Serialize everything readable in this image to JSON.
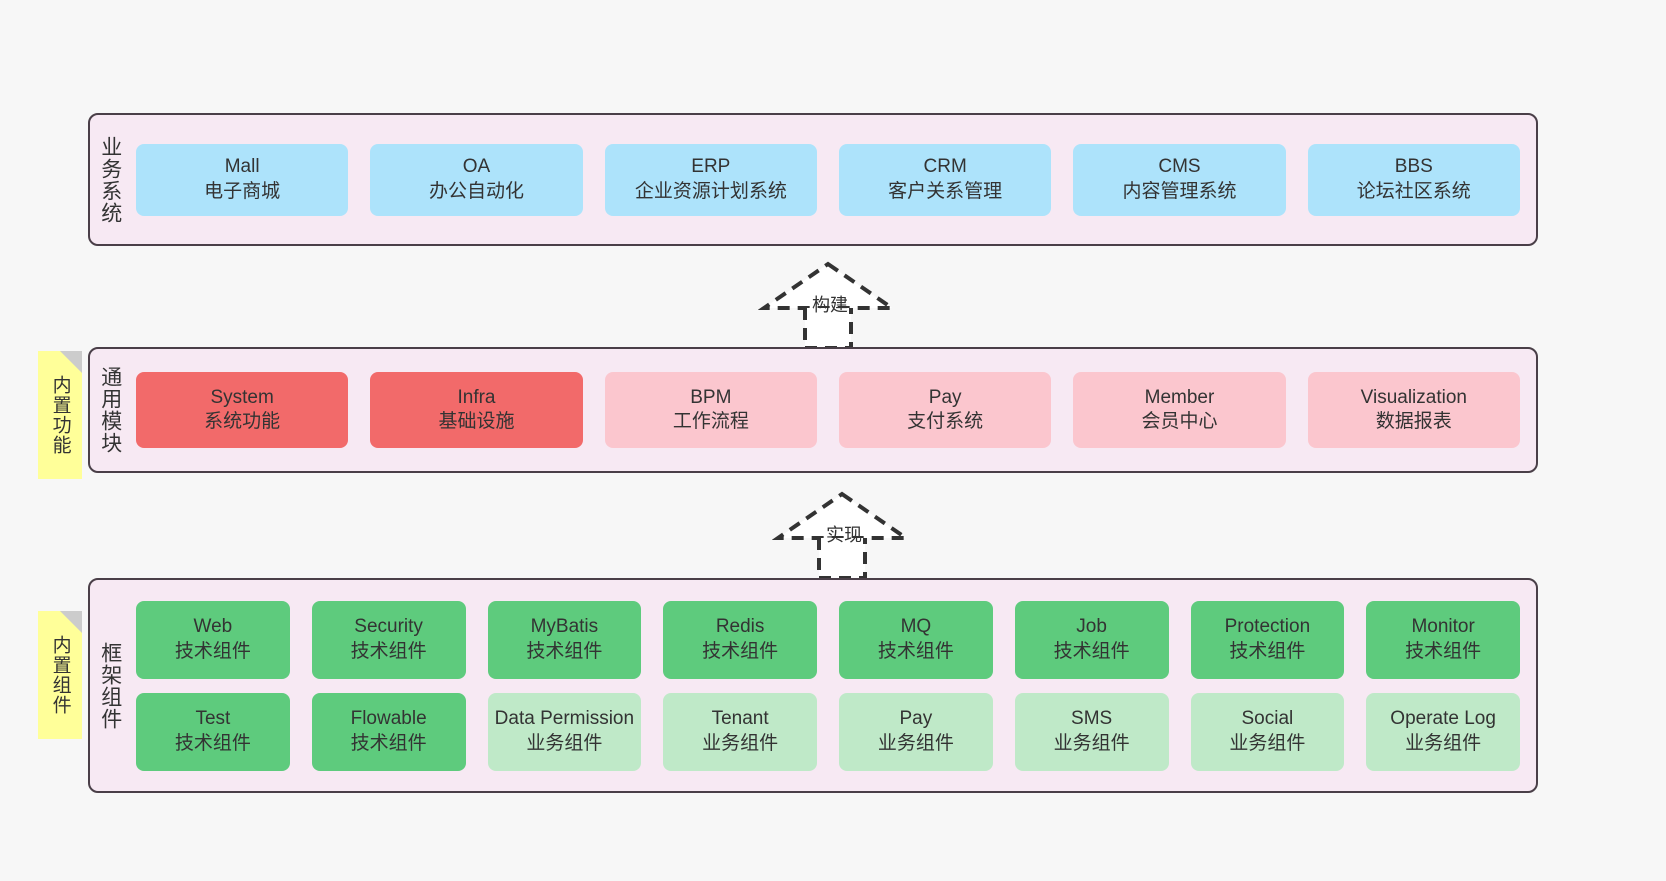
{
  "page": {
    "background": "#f7f7f7",
    "panel_fill": "#f7e9f3",
    "panel_border": "#4a3f48",
    "note_fill": "#ffff99",
    "note_fold": "#cccccc"
  },
  "notes": [
    {
      "name": "builtin-function-note",
      "label": "内置功能"
    },
    {
      "name": "builtin-component-note",
      "label": "内置组件"
    }
  ],
  "connectors": [
    {
      "name": "build-connector",
      "label": "构建",
      "style": "dashed-generalization"
    },
    {
      "name": "implement-connector",
      "label": "实现",
      "style": "dashed-generalization"
    }
  ],
  "layers": [
    {
      "id": "business",
      "title": "业务系统",
      "color": "#ade3fb",
      "rows": [
        [
          {
            "en": "Mall",
            "cn": "电子商城",
            "color": "#ade3fb"
          },
          {
            "en": "OA",
            "cn": "办公自动化",
            "color": "#ade3fb"
          },
          {
            "en": "ERP",
            "cn": "企业资源计划系统",
            "color": "#ade3fb"
          },
          {
            "en": "CRM",
            "cn": "客户关系管理",
            "color": "#ade3fb"
          },
          {
            "en": "CMS",
            "cn": "内容管理系统",
            "color": "#ade3fb"
          },
          {
            "en": "BBS",
            "cn": "论坛社区系统",
            "color": "#ade3fb"
          }
        ]
      ]
    },
    {
      "id": "modules",
      "title": "通用模块",
      "rows": [
        [
          {
            "en": "System",
            "cn": "系统功能",
            "color": "#f26a6a"
          },
          {
            "en": "Infra",
            "cn": "基础设施",
            "color": "#f26a6a"
          },
          {
            "en": "BPM",
            "cn": "工作流程",
            "color": "#fbc6ce"
          },
          {
            "en": "Pay",
            "cn": "支付系统",
            "color": "#fbc6ce"
          },
          {
            "en": "Member",
            "cn": "会员中心",
            "color": "#fbc6ce"
          },
          {
            "en": "Visualization",
            "cn": "数据报表",
            "color": "#fbc6ce"
          }
        ]
      ]
    },
    {
      "id": "framework",
      "title": "框架组件",
      "rows": [
        [
          {
            "en": "Web",
            "cn": "技术组件",
            "color": "#5ecb7d"
          },
          {
            "en": "Security",
            "cn": "技术组件",
            "color": "#5ecb7d"
          },
          {
            "en": "MyBatis",
            "cn": "技术组件",
            "color": "#5ecb7d"
          },
          {
            "en": "Redis",
            "cn": "技术组件",
            "color": "#5ecb7d"
          },
          {
            "en": "MQ",
            "cn": "技术组件",
            "color": "#5ecb7d"
          },
          {
            "en": "Job",
            "cn": "技术组件",
            "color": "#5ecb7d"
          },
          {
            "en": "Protection",
            "cn": "技术组件",
            "color": "#5ecb7d"
          },
          {
            "en": "Monitor",
            "cn": "技术组件",
            "color": "#5ecb7d"
          }
        ],
        [
          {
            "en": "Test",
            "cn": "技术组件",
            "color": "#5ecb7d"
          },
          {
            "en": "Flowable",
            "cn": "技术组件",
            "color": "#5ecb7d"
          },
          {
            "en": "Data Permission",
            "cn": "业务组件",
            "color": "#bfe9c8",
            "wrap": true
          },
          {
            "en": "Tenant",
            "cn": "业务组件",
            "color": "#bfe9c8"
          },
          {
            "en": "Pay",
            "cn": "业务组件",
            "color": "#bfe9c8"
          },
          {
            "en": "SMS",
            "cn": "业务组件",
            "color": "#bfe9c8"
          },
          {
            "en": "Social",
            "cn": "业务组件",
            "color": "#bfe9c8"
          },
          {
            "en": "Operate Log",
            "cn": "业务组件",
            "color": "#bfe9c8"
          }
        ]
      ]
    }
  ]
}
